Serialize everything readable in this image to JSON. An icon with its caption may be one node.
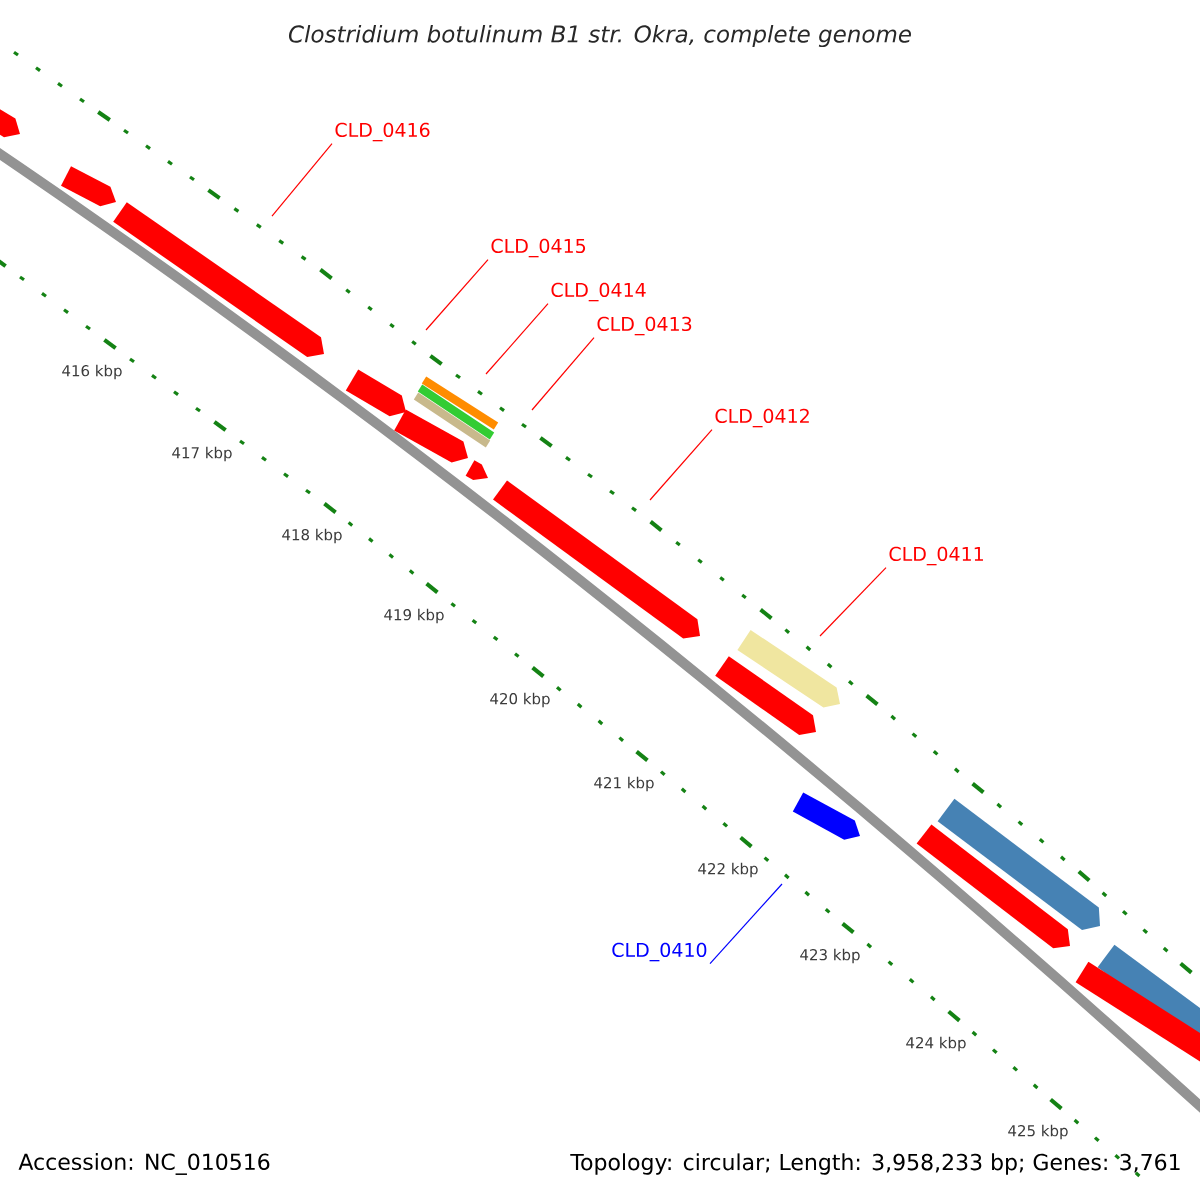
{
  "diagram": {
    "title": "Clostridium botulinum B1 str. Okra, complete genome",
    "nodes": [
      {
        "text": [
          "CLD_0416"
        ]
      },
      {
        "text": [
          "CLD_0415"
        ]
      },
      {
        "text": [
          "CLD_0414"
        ]
      },
      {
        "text": [
          "CLD_0413"
        ]
      },
      {
        "text": [
          "CLD_0412"
        ]
      },
      {
        "text": [
          "CLD_0411"
        ]
      },
      {
        "text": [
          "CLD_0410"
        ]
      }
    ],
    "edges": [
      {
        "from": 0,
        "to": null,
        "arrow": "none"
      },
      {
        "from": 1,
        "to": null,
        "arrow": "none"
      },
      {
        "from": 2,
        "to": null,
        "arrow": "none"
      },
      {
        "from": 3,
        "to": null,
        "arrow": "none"
      },
      {
        "from": 4,
        "to": null,
        "arrow": "none"
      },
      {
        "from": 5,
        "to": null,
        "arrow": "none"
      },
      {
        "from": 6,
        "to": null,
        "arrow": "none",
        "color": "#0000ff"
      }
    ],
    "labels": [
      "416 kbp",
      "417 kbp",
      "418 kbp",
      "419 kbp",
      "420 kbp",
      "421 kbp",
      "422 kbp",
      "423 kbp",
      "424 kbp",
      "425 kbp",
      "Accession: NC_010516",
      "Topology: circular; Length: 3,958,233 bp; Genes: 3,761"
    ]
  }
}
